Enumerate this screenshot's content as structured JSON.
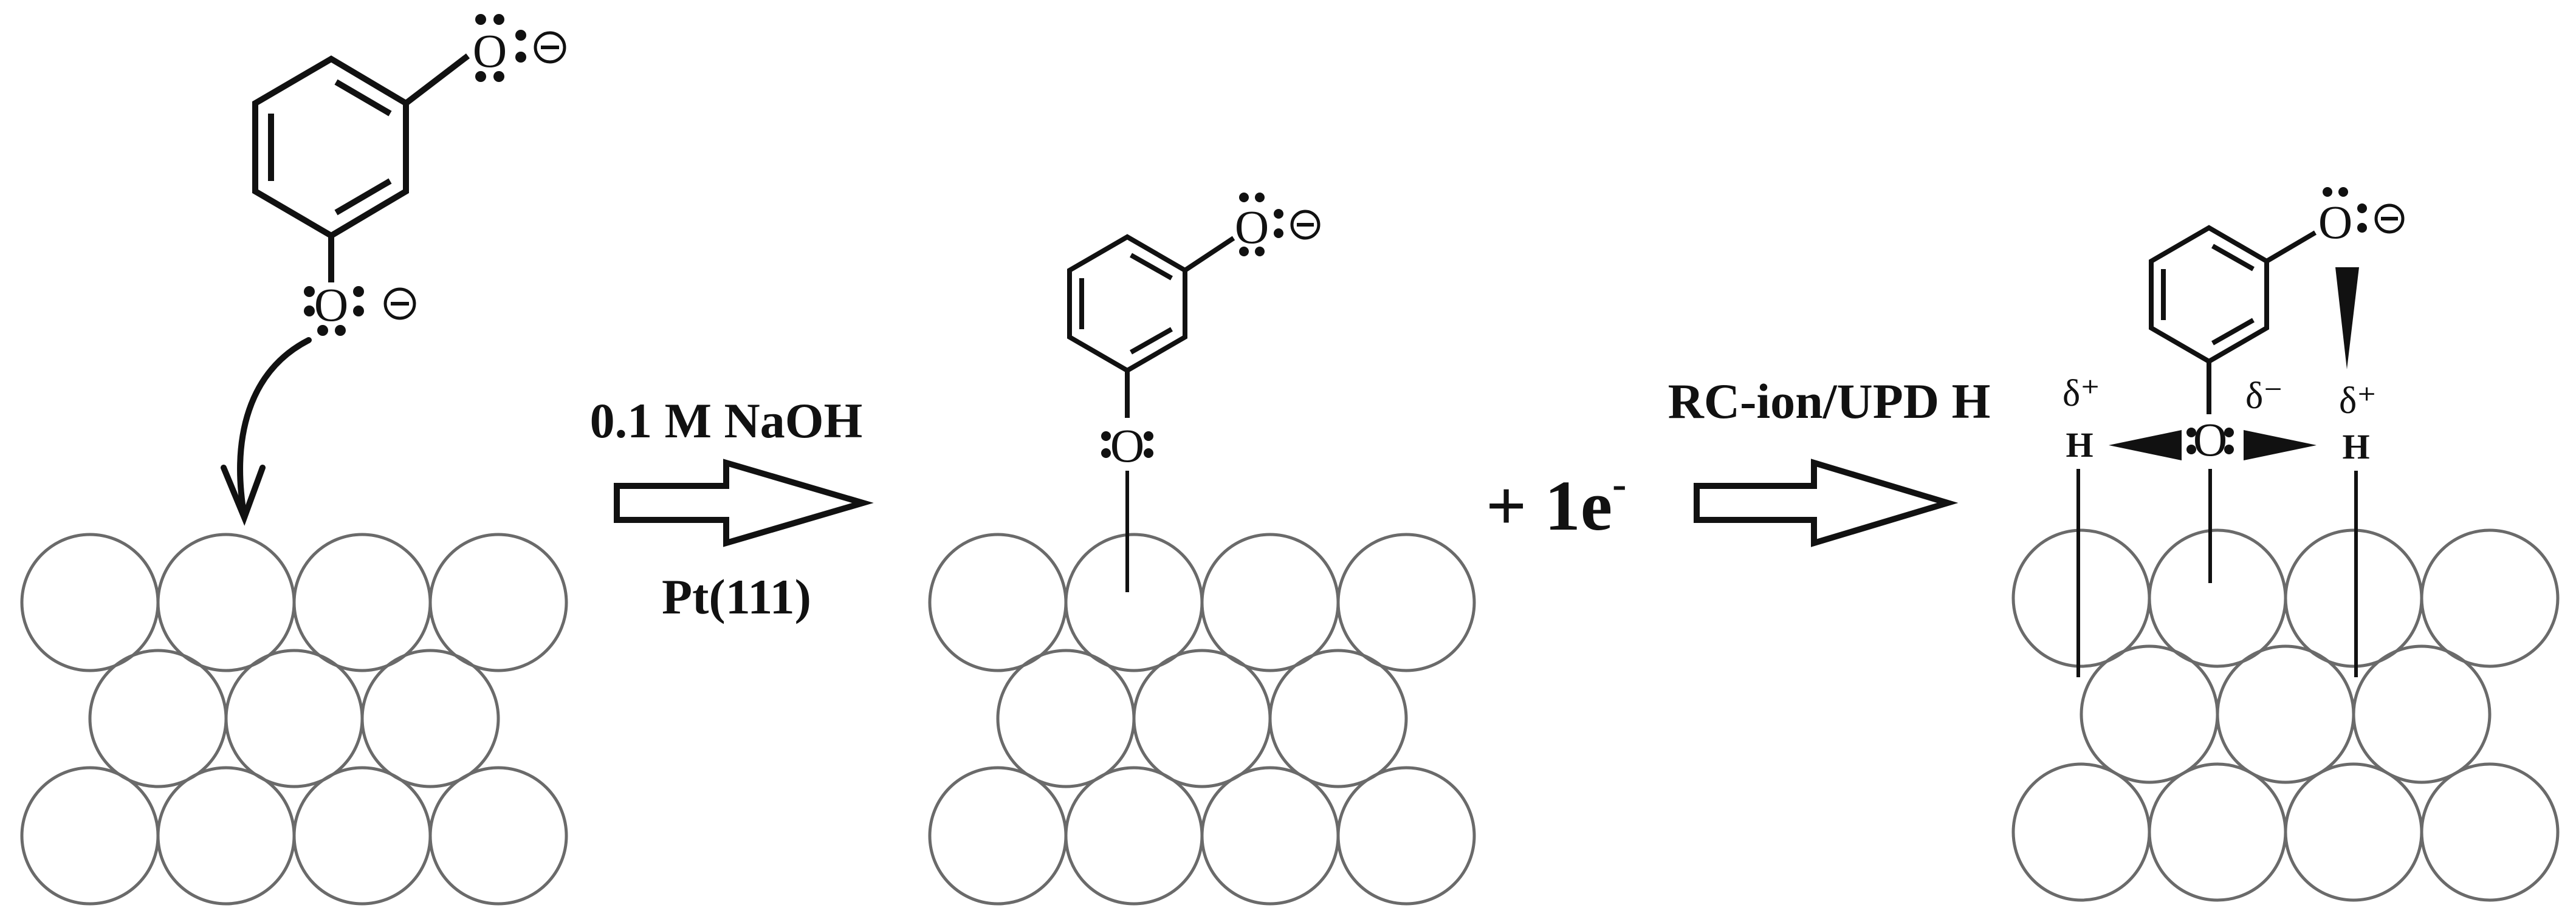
{
  "figure": {
    "step1": {
      "reagent": "0.1 M NaOH",
      "surface": "Pt(111)"
    },
    "electron": {
      "prefix": "+ 1e",
      "superscript": "-"
    },
    "step2": {
      "label": "RC-ion/UPD H"
    },
    "atoms": {
      "oxygen": "O",
      "hydrogen": "H",
      "delta_plus": "δ⁺",
      "delta_minus": "δ⁻",
      "charge": "−"
    },
    "colors": {
      "ink": "#111111",
      "sphere_stroke": "#6a6a6a",
      "background": "#ffffff"
    },
    "icons": [
      "curved-arrow-icon",
      "reaction-arrow-icon",
      "wedge-bond-icon"
    ]
  }
}
